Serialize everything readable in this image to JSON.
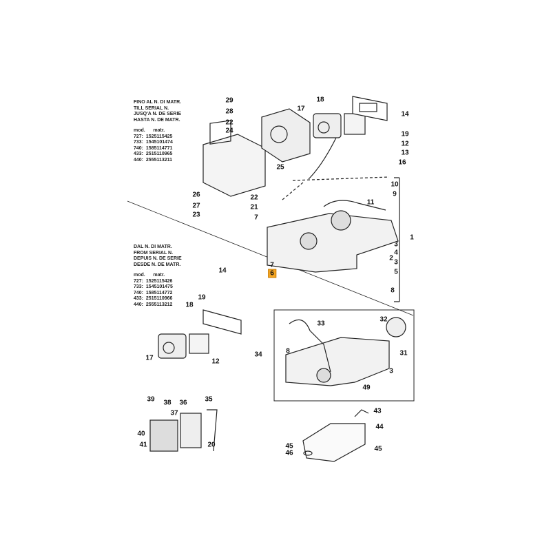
{
  "notes": {
    "until": {
      "heading": [
        "FINO AL N. DI MATR.",
        "TILL SERIAL N.",
        "JUSQ'A N. DE SERIE",
        "HASTA N. DE MATR."
      ],
      "columns": {
        "mod": "mod.",
        "matr": "matr."
      },
      "rows": [
        {
          "mod": "727:",
          "matr": "1525115425"
        },
        {
          "mod": "733:",
          "matr": "1545101474"
        },
        {
          "mod": "740:",
          "matr": "1585114771"
        },
        {
          "mod": "433:",
          "matr": "2515110965"
        },
        {
          "mod": "440:",
          "matr": "2555113211"
        }
      ]
    },
    "from": {
      "heading": [
        "DAL N. DI MATR.",
        "FROM SERIAL N.",
        "DEPUIS N. DE SERIE",
        "DESDE N. DE MATR."
      ],
      "columns": {
        "mod": "mod.",
        "matr": "matr."
      },
      "rows": [
        {
          "mod": "727:",
          "matr": "1525115426"
        },
        {
          "mod": "733:",
          "matr": "1545101475"
        },
        {
          "mod": "740:",
          "matr": "1585114772"
        },
        {
          "mod": "433:",
          "matr": "2515110966"
        },
        {
          "mod": "440:",
          "matr": "2555113212"
        }
      ]
    }
  },
  "callouts": [
    "29",
    "28",
    "22",
    "24",
    "25",
    "26",
    "27",
    "23",
    "22",
    "21",
    "7",
    "18",
    "17",
    "14",
    "19",
    "12",
    "13",
    "16",
    "10",
    "9",
    "11",
    "1",
    "3",
    "4",
    "2",
    "3",
    "5",
    "8",
    "7",
    "6",
    "14",
    "19",
    "18",
    "17",
    "12",
    "33",
    "34",
    "8",
    "3",
    "49",
    "32",
    "31",
    "39",
    "38",
    "36",
    "35",
    "37",
    "40",
    "41",
    "20",
    "43",
    "44",
    "45",
    "45",
    "46"
  ],
  "highlighted_callout": "6",
  "highlight_color": "#f5a623"
}
